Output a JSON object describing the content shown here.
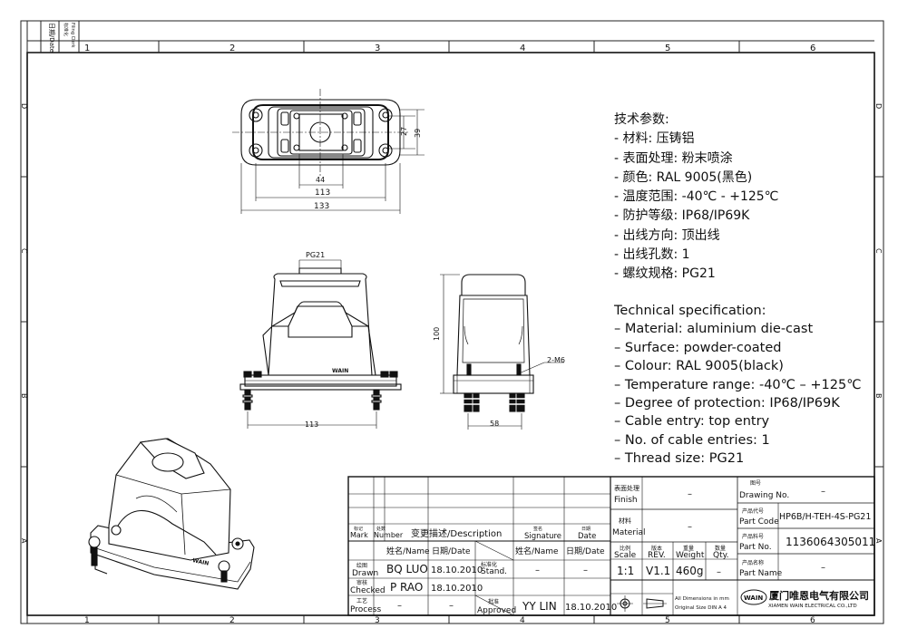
{
  "border": {
    "columns": [
      "1",
      "2",
      "3",
      "4",
      "5",
      "6"
    ],
    "rows": [
      "D",
      "C",
      "B",
      "A"
    ]
  },
  "corner_stamp": {
    "date_label": "日期/Date",
    "filing_label": "标准化",
    "filing_en": "Filing Clerk"
  },
  "dimensions": {
    "top_44": "44",
    "top_113": "113",
    "top_133": "133",
    "top_27": "27",
    "top_39": "39",
    "front_pg21": "PG21",
    "front_113": "113",
    "front_100": "100",
    "side_58": "58",
    "side_m6": "2-M6"
  },
  "brand_mark": "WAIN",
  "spec_cn": {
    "title": "技术参数:",
    "items": [
      "- 材料: 压铸铝",
      "- 表面处理: 粉末喷涂",
      "- 颜色: RAL 9005(黑色)",
      "- 温度范围: -40℃ - +125℃",
      "- 防护等级: IP68/IP69K",
      "- 出线方向: 顶出线",
      "- 出线孔数: 1",
      "- 螺纹规格: PG21"
    ]
  },
  "spec_en": {
    "title": "Technical specification:",
    "items": [
      "– Material: aluminium die-cast",
      "– Surface: powder-coated",
      "– Colour: RAL 9005(black)",
      "– Temperature range: -40℃ – +125℃",
      "– Degree of protection: IP68/IP69K",
      "– Cable entry: top entry",
      "– No. of cable entries: 1",
      "– Thread size: PG21"
    ]
  },
  "title_block": {
    "finish_label_cn": "表面处理",
    "finish_label": "Finish",
    "finish_value": "–",
    "material_label_cn": "材料",
    "material_label": "Material",
    "material_value": "–",
    "drawing_no_cn": "图号",
    "drawing_no_label": "Drawing No.",
    "drawing_no_value": "–",
    "part_code_cn": "产品代号",
    "part_code_label": "Part Code",
    "part_code_value": "HP6B/H-TEH-4S-PG21",
    "part_no_cn": "产品料号",
    "part_no_label": "Part No.",
    "part_no_value": "1136064305011",
    "part_name_cn": "产品名称",
    "part_name_label": "Part Name",
    "part_name_value": "–",
    "scale_cn": "比例",
    "scale_label": "Scale",
    "scale_value": "1:1",
    "rev_cn": "版本",
    "rev_label": "REV.",
    "rev_value": "V1.1",
    "weight_cn": "重量",
    "weight_label": "Weight",
    "weight_value": "460g",
    "qty_cn": "数量",
    "qty_label": "Qty.",
    "qty_value": "–",
    "dims_note_1": "All Dimensions in mm",
    "dims_note_2": "Original Size DIN A 4",
    "company_cn": "厦门唯恩电气有限公司",
    "company_en": "XIAMEN WAIN ELECTRICAL CO.,LTD",
    "logo_text": "WAIN",
    "mark_cn": "标记",
    "mark_label": "Mark",
    "number_cn": "处数",
    "number_label": "Number",
    "desc_label": "变更描述/Description",
    "signature_cn": "签名",
    "signature_label": "Signature",
    "date_cn": "日期",
    "date_label": "Date",
    "name_hdr": "姓名/Name",
    "date_hdr": "日期/Date",
    "name_hdr2": "姓名/Name",
    "date_hdr2": "日期/Date",
    "drawn_cn": "绘图",
    "drawn_label": "Drawn",
    "drawn_name": "BQ LUO",
    "drawn_date": "18.10.2010",
    "checked_cn": "审核",
    "checked_label": "Checked",
    "checked_name": "P RAO",
    "checked_date": "18.10.2010",
    "process_cn": "工艺",
    "process_label": "Process",
    "process_name": "–",
    "process_date": "–",
    "stand_cn": "标准化",
    "stand_label": "Stand.",
    "stand_name": "–",
    "stand_date": "–",
    "approved_cn": "批准",
    "approved_label": "Approved",
    "approved_name": "YY LIN",
    "approved_date": "18.10.2010"
  }
}
